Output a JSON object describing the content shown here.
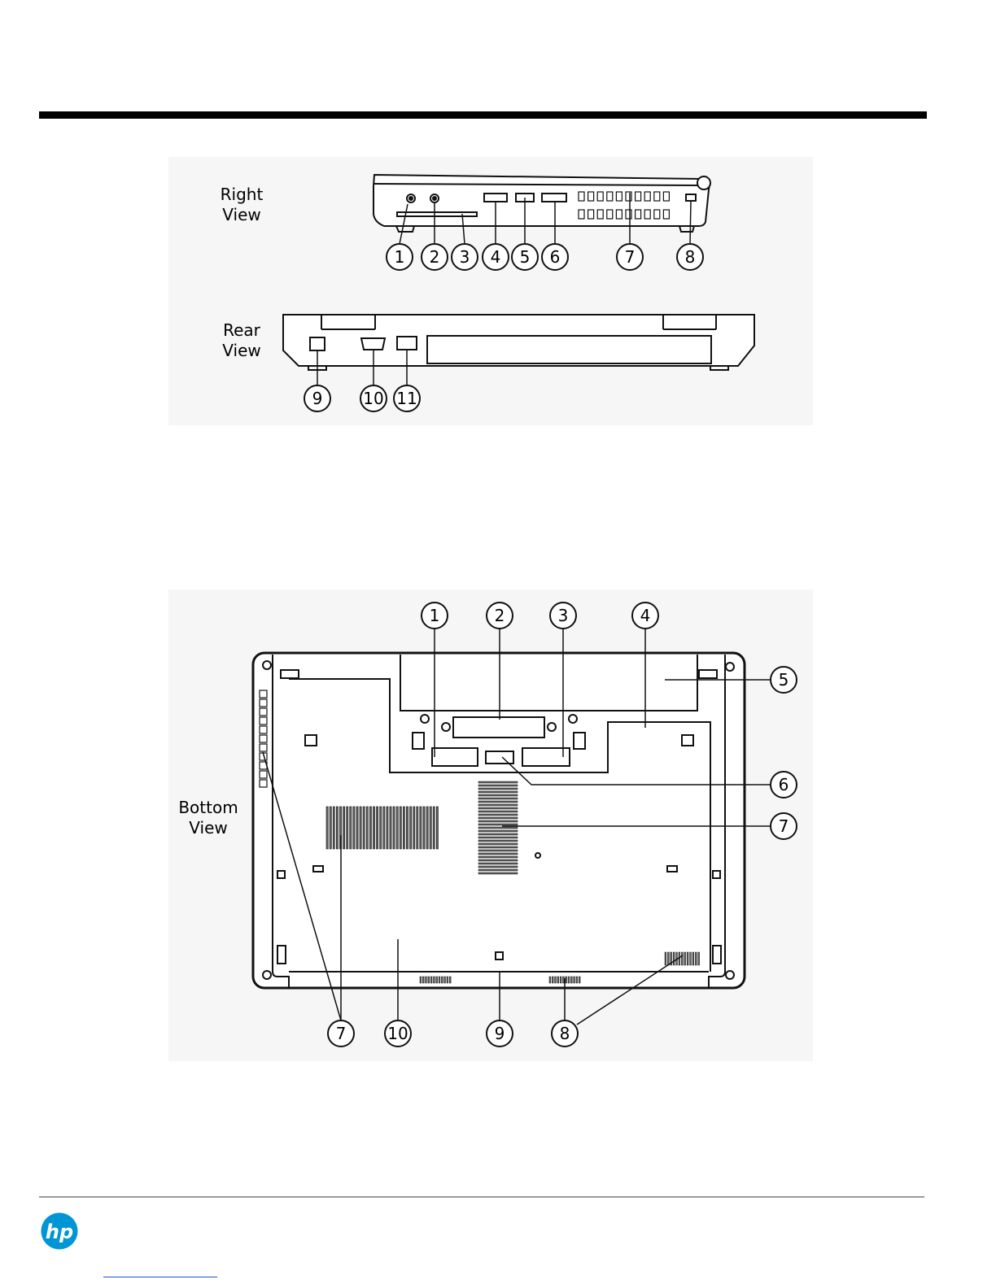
{
  "figures": {
    "right_rear": {
      "right_view_label": [
        "Right",
        "View"
      ],
      "rear_view_label": [
        "Rear",
        "View"
      ],
      "right_callouts": [
        "1",
        "2",
        "3",
        "4",
        "5",
        "6",
        "7",
        "8"
      ],
      "rear_callouts": [
        "9",
        "10",
        "11"
      ]
    },
    "bottom": {
      "view_label": [
        "Bottom",
        "View"
      ],
      "top_callouts": [
        "1",
        "2",
        "3",
        "4"
      ],
      "right_callouts": [
        "5",
        "6",
        "7"
      ],
      "bottom_callouts": [
        "7",
        "10",
        "9",
        "8"
      ]
    }
  },
  "footer": {
    "logo_text": "hp",
    "logo_color": "#0096d6"
  }
}
